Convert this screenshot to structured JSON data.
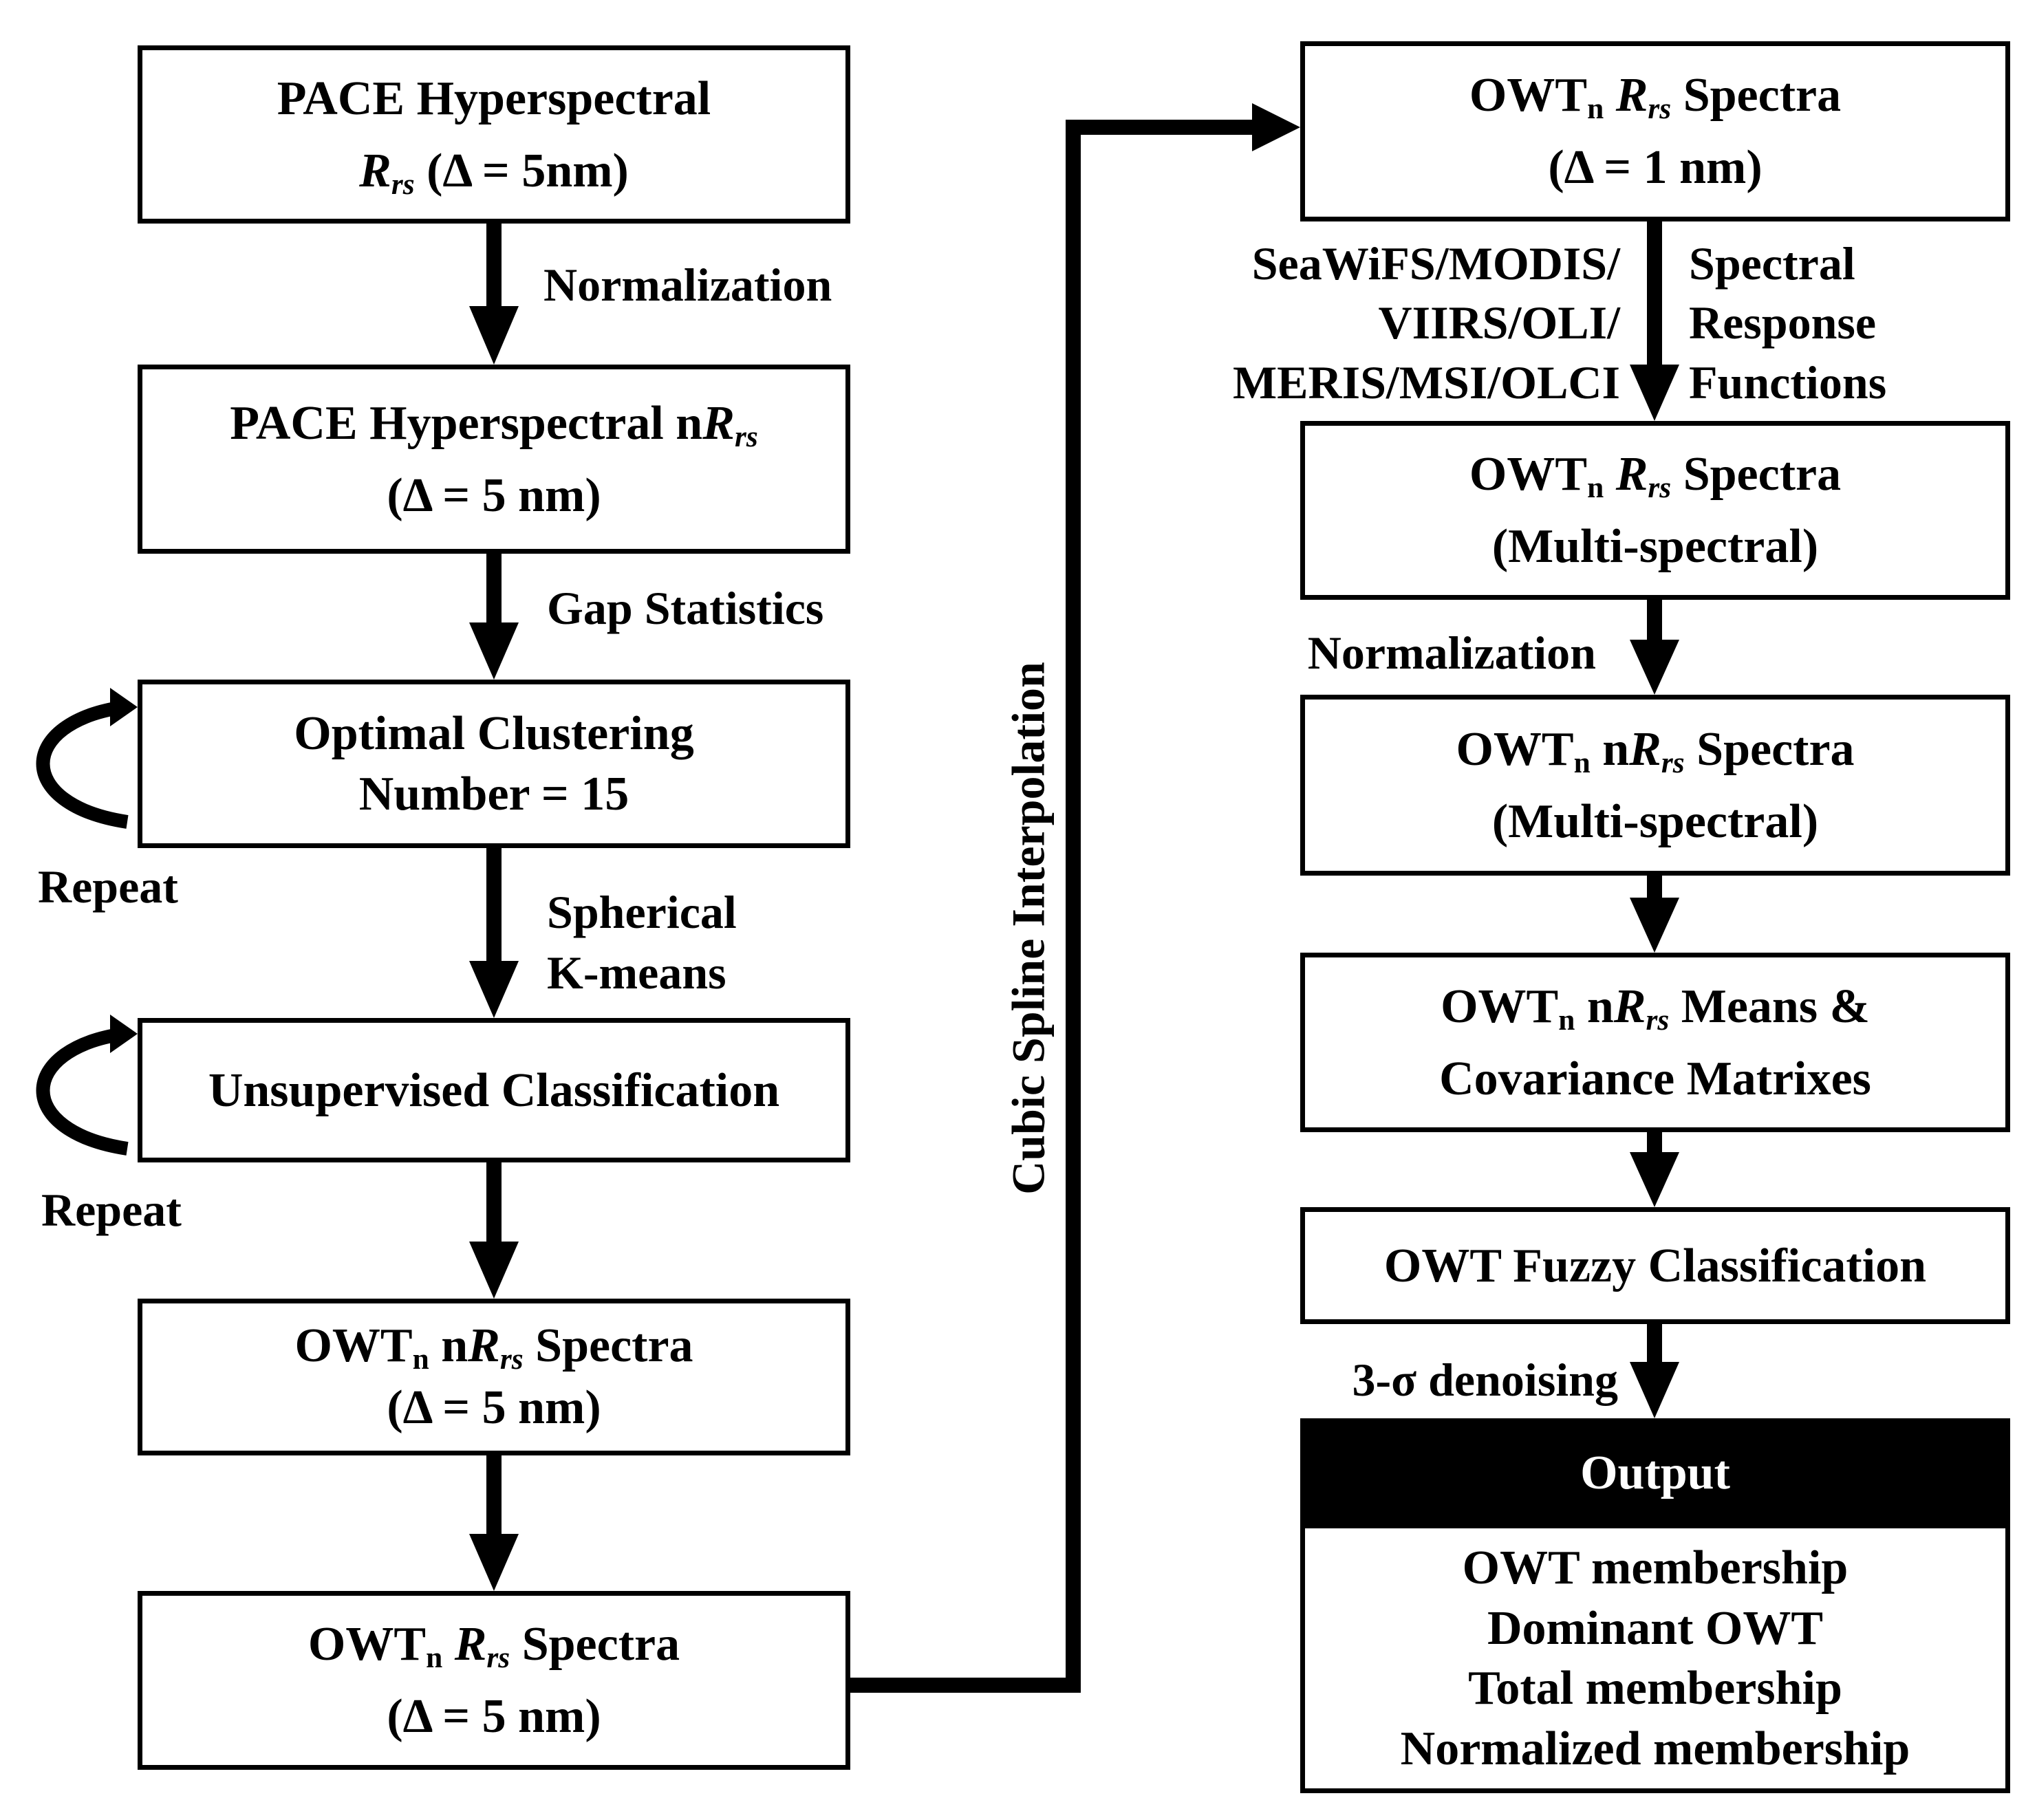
{
  "left_column": {
    "box1": {
      "line1": "PACE Hyperspectral",
      "rrs_R": "R",
      "rrs_sub": "rs",
      "line2_rest": " (Δ = 5nm)"
    },
    "box2": {
      "line1_pre": "PACE Hyperspectral n",
      "rrs_R": "R",
      "rrs_sub": "rs",
      "line2": "(Δ = 5 nm)"
    },
    "box3": {
      "line1": "Optimal Clustering",
      "line2": "Number = 15"
    },
    "box4": {
      "line1": "Unsupervised Classification"
    },
    "box5": {
      "owt": "OWT",
      "n": "n",
      "mid": " n",
      "rrs_R": "R",
      "rrs_sub": "rs",
      "rest": " Spectra",
      "line2": "(Δ = 5 nm)"
    },
    "box6": {
      "owt": "OWT",
      "n": "n",
      "rrs_R": "R",
      "rrs_sub": "rs",
      "rest": " Spectra",
      "line2": "(Δ = 5 nm)"
    }
  },
  "left_labels": {
    "normalization": "Normalization",
    "gap_statistics": "Gap Statistics",
    "spherical_line1": "Spherical",
    "spherical_line2": "K-means",
    "repeat1": "Repeat",
    "repeat2": "Repeat"
  },
  "middle_label": "Cubic Spline Interpolation",
  "right_column": {
    "box1": {
      "owt": "OWT",
      "n": "n",
      "rrs_R": "R",
      "rrs_sub": "rs",
      "rest": " Spectra",
      "line2": "(Δ = 1 nm)"
    },
    "box2": {
      "owt": "OWT",
      "n": "n",
      "rrs_R": "R",
      "rrs_sub": "rs",
      "rest": " Spectra",
      "line2": "(Multi-spectral)"
    },
    "box3": {
      "owt": "OWT",
      "n": "n",
      "mid": " n",
      "rrs_R": "R",
      "rrs_sub": "rs",
      "rest": " Spectra",
      "line2": "(Multi-spectral)"
    },
    "box4": {
      "owt": "OWT",
      "n": "n",
      "mid": " n",
      "rrs_R": "R",
      "rrs_sub": "rs",
      "rest": " Means &",
      "line2": "Covariance Matrixes"
    },
    "box5": {
      "line1": "OWT Fuzzy Classification"
    },
    "output": {
      "header": "Output",
      "items": [
        "OWT membership",
        "Dominant OWT",
        "Total membership",
        "Normalized membership"
      ]
    }
  },
  "right_labels": {
    "sensors_line1": "SeaWiFS/MODIS/",
    "sensors_line2": "VIIRS/OLI/",
    "sensors_line3": "MERIS/MSI/OLCI",
    "srf_line1": "Spectral",
    "srf_line2": "Response",
    "srf_line3": "Functions",
    "normalization": "Normalization",
    "denoising": "3-σ denoising"
  }
}
